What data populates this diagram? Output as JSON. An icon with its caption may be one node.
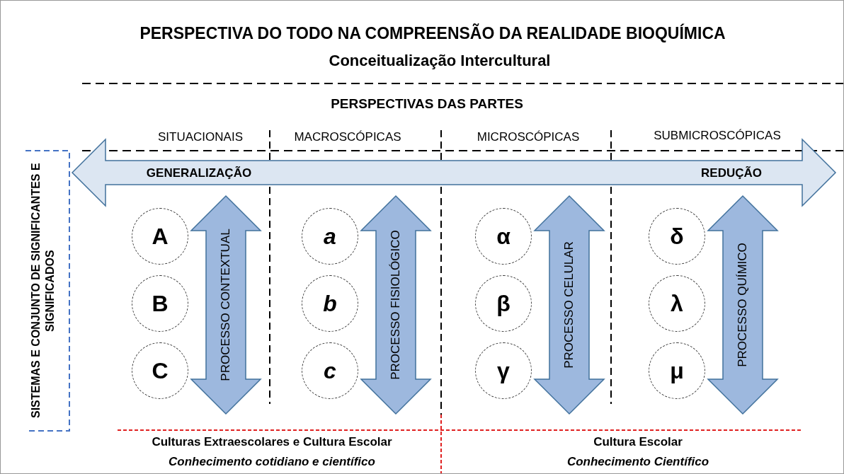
{
  "diagram": {
    "title": "PERSPECTIVA DO TODO NA COMPREENSÃO DA REALIDADE BIOQUÍMICA",
    "nodes": [
      {
        "text": [
          "GENERALIZAÇÃO",
          "REDUÇÃO"
        ]
      },
      {
        "text": [
          "A"
        ]
      },
      {
        "text": [
          "B"
        ]
      },
      {
        "text": [
          "C"
        ]
      },
      {
        "text": [
          "PROCESSO CONTEXTUAL"
        ]
      },
      {
        "text": [
          "a"
        ]
      },
      {
        "text": [
          "b"
        ]
      },
      {
        "text": [
          "c"
        ]
      },
      {
        "text": [
          "PROCESSO FISIOLÓGICO"
        ]
      },
      {
        "text": [
          "α"
        ]
      },
      {
        "text": [
          "β"
        ]
      },
      {
        "text": [
          "γ"
        ]
      },
      {
        "text": [
          "PROCESSO CELULAR"
        ]
      },
      {
        "text": [
          "δ"
        ]
      },
      {
        "text": [
          "λ"
        ]
      },
      {
        "text": [
          "μ"
        ]
      },
      {
        "text": [
          "PROCESSO QUÍMICO"
        ]
      }
    ],
    "labels": [
      "Conceitualização Intercultural",
      "PERSPECTIVAS DAS PARTES",
      "SITUACIONAIS",
      "MACROSCÓPICAS",
      "MICROSCÓPICAS",
      "SUBMICROSCÓPICAS",
      "SISTEMAS E CONJUNTO DE SIGNIFICANTES E SIGNIFICADOS",
      "Culturas Extraescolares e Cultura Escolar",
      "Conhecimento cotidiano e científico",
      "Cultura Escolar",
      "Conhecimento Científico"
    ]
  }
}
